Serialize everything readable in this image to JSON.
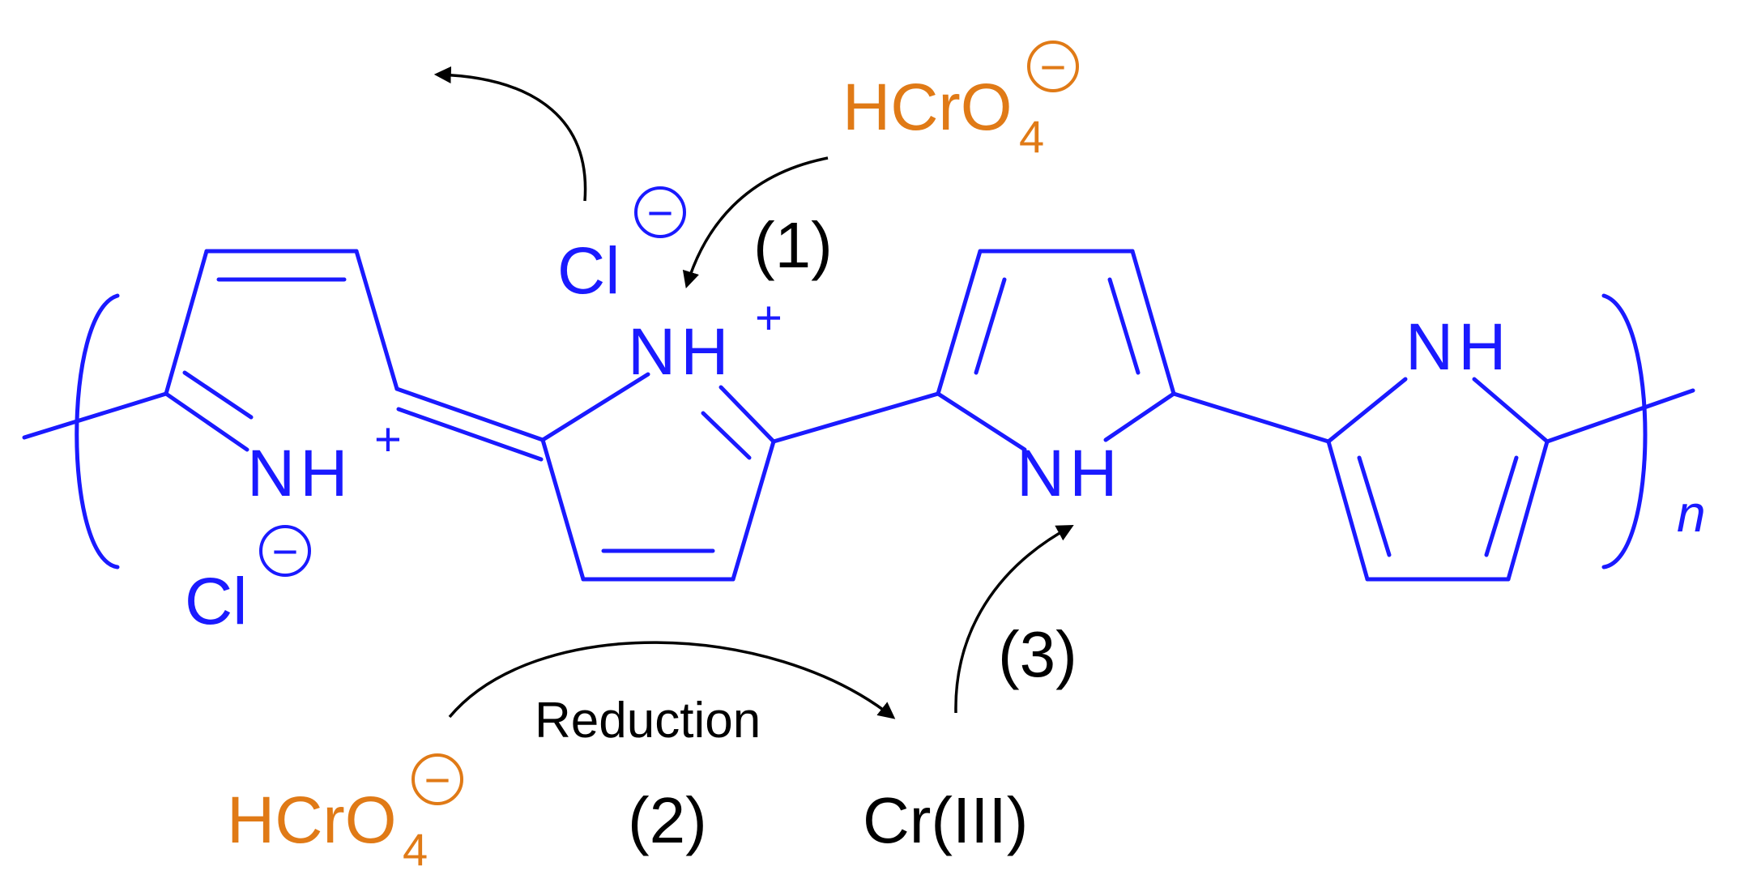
{
  "colors": {
    "polymer": "#1a1aff",
    "anion": "#e07a16",
    "text": "#000000",
    "arrow": "#000000"
  },
  "polymer": {
    "nh_plus_left": "NH",
    "nh_plus_left_charge": "+",
    "nh_plus_mid": "NH",
    "nh_plus_mid_charge": "+",
    "nh_mid": "NH",
    "nh_right": "NH",
    "repeat_index": "n",
    "chloride_top": "Cl",
    "chloride_bottom": "Cl",
    "negative_charge": "−"
  },
  "anions": {
    "top_prefix": "HCrO",
    "top_subscript": "4",
    "bottom_prefix": "HCrO",
    "bottom_subscript": "4"
  },
  "steps": {
    "step1": "(1)",
    "step2": "(2)",
    "step3": "(3)",
    "reduction": "Reduction",
    "cr3": "Cr(III)"
  }
}
